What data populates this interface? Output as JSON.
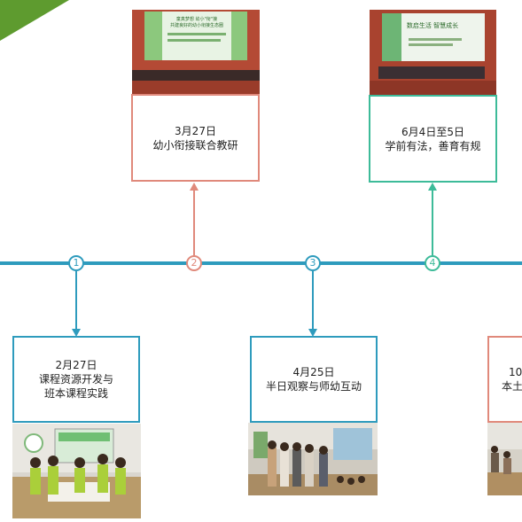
{
  "colors": {
    "blue": "#2e9bbd",
    "salmon": "#e0897b",
    "teal": "#3dbb99",
    "green": "#5e9b2f"
  },
  "events": [
    {
      "num": "1",
      "date": "2月27日",
      "title_lines": [
        "课程资源开发与",
        "班本课程实践"
      ]
    },
    {
      "num": "2",
      "date": "3月27日",
      "title_lines": [
        "幼小衔接联合教研"
      ]
    },
    {
      "num": "3",
      "date": "4月25日",
      "title_lines": [
        "半日观察与师幼互动"
      ]
    },
    {
      "num": "4",
      "date": "6月4日至5日",
      "title_lines": [
        "学前有法，善育有规"
      ]
    },
    {
      "date_partial": "10",
      "title_partial": "本土"
    }
  ],
  "photos": {
    "p2_banner_lines": [
      "童真梦想 幼小\"衔\"接",
      "共建良好的幼小衔接生态圈"
    ],
    "p4_banner_lines": [
      "数启生活  智慧成长"
    ]
  }
}
